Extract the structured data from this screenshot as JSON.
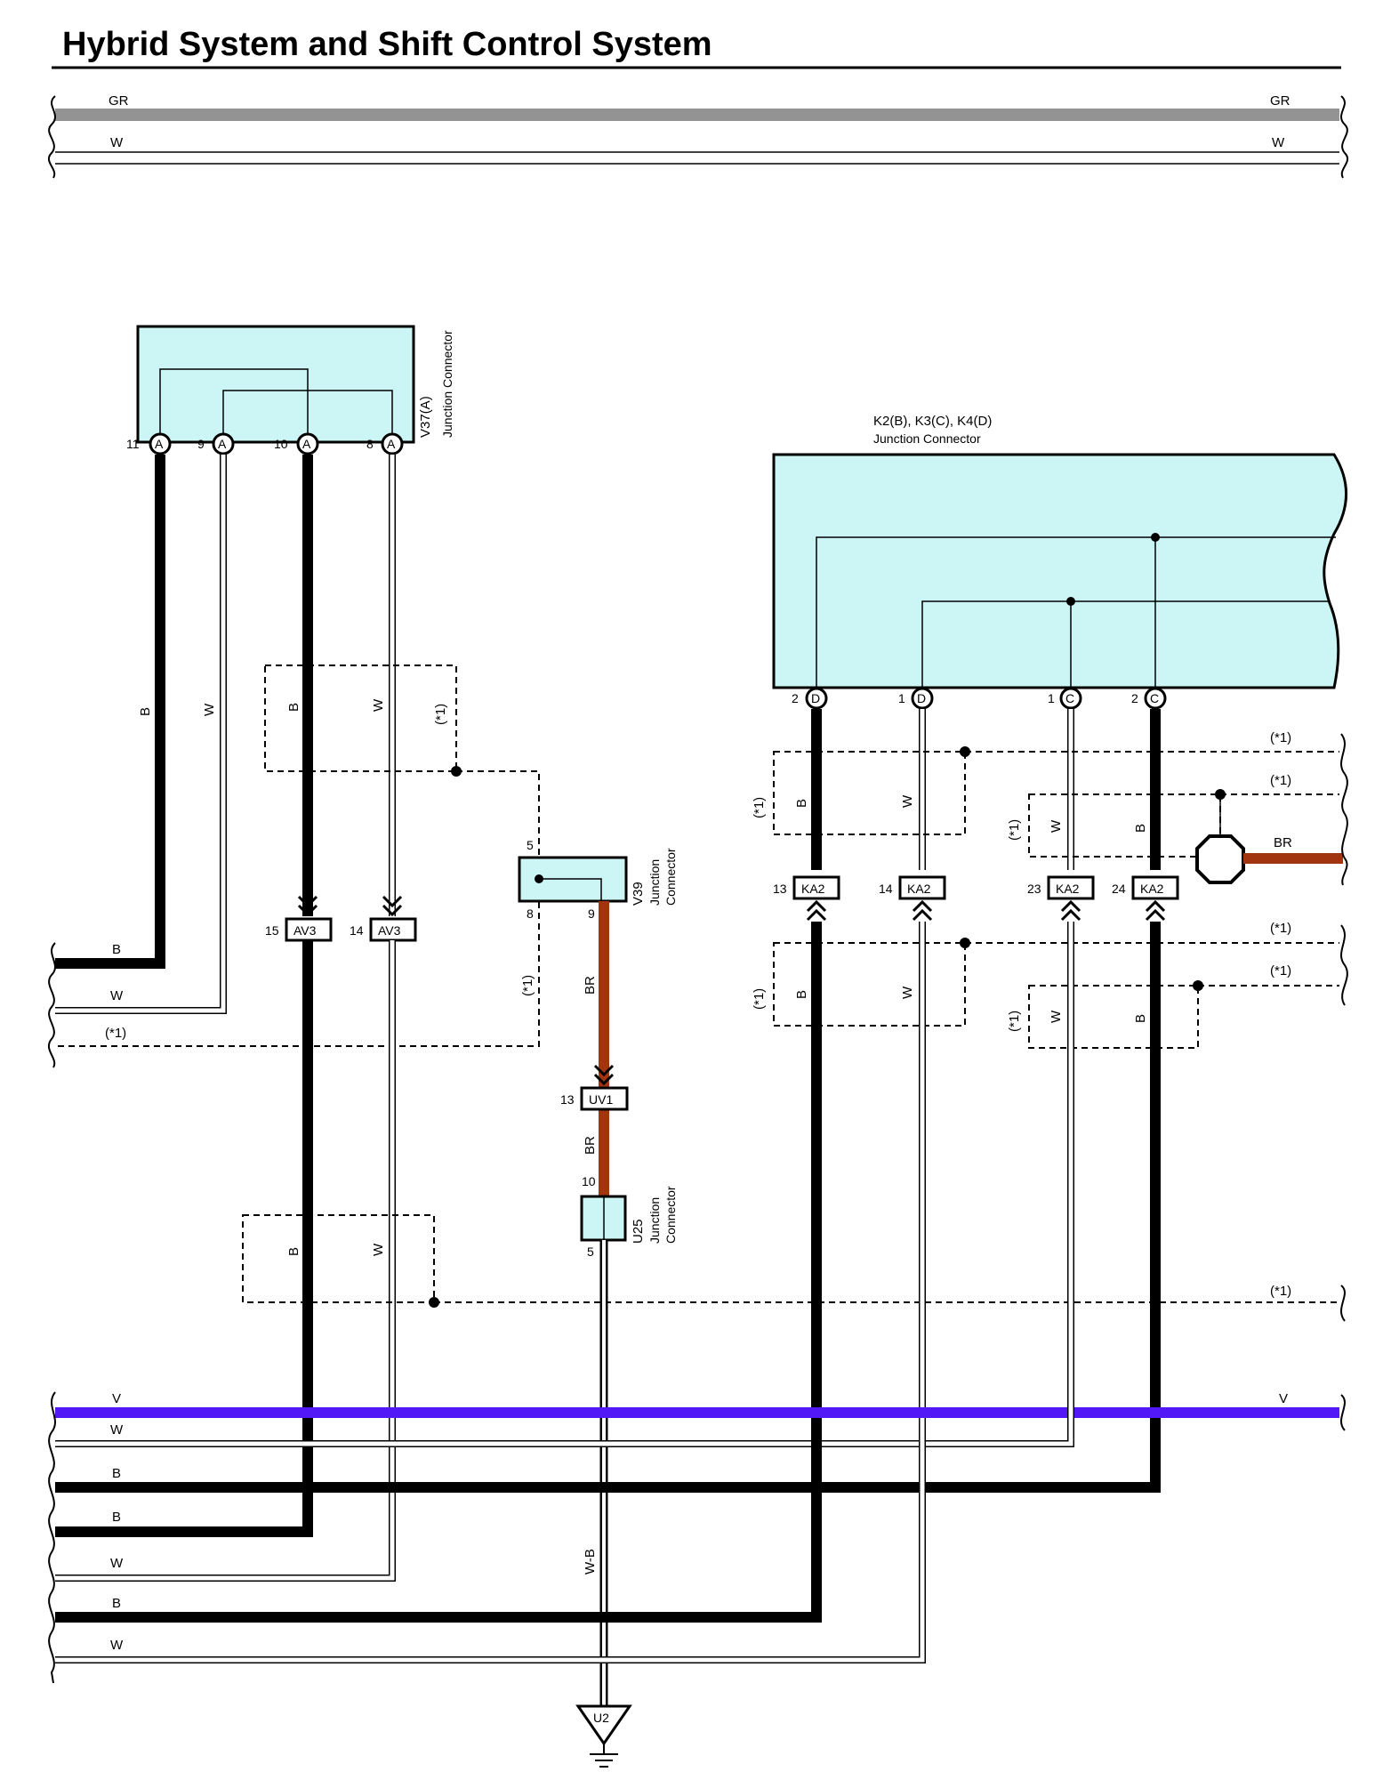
{
  "title": "Hybrid System and Shift Control System",
  "colors": {
    "GR": "#939393",
    "W": "#ffffff",
    "B": "#000000",
    "BR": "#a0350f",
    "V": "#5218f5",
    "connector_fill": "#ccf5f5"
  },
  "wire_labels": {
    "gr": "GR",
    "w": "W",
    "b": "B",
    "br": "BR",
    "v": "V",
    "wb": "W-B",
    "star1": "(*1)"
  },
  "connectors": {
    "v37": {
      "id": "V37(A)",
      "desc": "Junction Connector",
      "pins": [
        "11",
        "9",
        "10",
        "8"
      ],
      "letter": "A"
    },
    "k2": {
      "id": "K2(B), K3(C), K4(D)",
      "desc": "Junction Connector",
      "pins": [
        "2",
        "1",
        "1",
        "2"
      ],
      "letters": [
        "D",
        "D",
        "C",
        "C"
      ]
    },
    "v39": {
      "id": "V39",
      "desc1": "Junction",
      "desc2": "Connector",
      "pin_top": "5",
      "pin_left": "8",
      "pin_right": "9"
    },
    "u25": {
      "id": "U25",
      "desc1": "Junction",
      "desc2": "Connector",
      "pin_top": "10",
      "pin_bottom": "5"
    },
    "av3": {
      "name": "AV3",
      "pins": [
        "15",
        "14"
      ]
    },
    "uv1": {
      "name": "UV1",
      "pin": "13"
    },
    "ka2": {
      "name": "KA2",
      "pins": [
        "13",
        "14",
        "23",
        "24"
      ]
    },
    "u2": {
      "name": "U2"
    }
  }
}
